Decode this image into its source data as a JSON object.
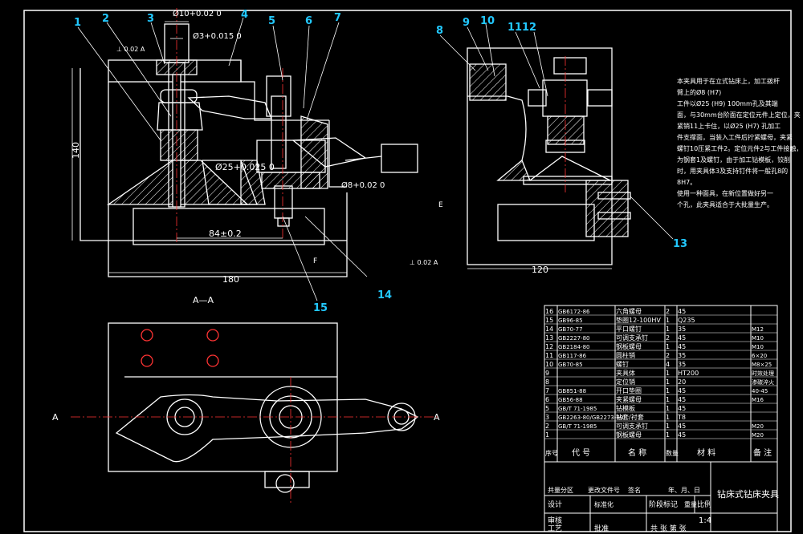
{
  "balloons": [
    "1",
    "2",
    "3",
    "4",
    "5",
    "6",
    "7",
    "8",
    "9",
    "10",
    "11",
    "12",
    "13",
    "14",
    "15"
  ],
  "dims": {
    "d10": "Ø10+0.02 0",
    "d3": "Ø3+0.015 0",
    "d25": "Ø25+0.025 0",
    "d8": "Ø8+0.02 0",
    "h140": "140",
    "w180": "180",
    "w84": "84±0.2",
    "w120": "120"
  },
  "section_label": "A—A",
  "section_marks": [
    "A",
    "A"
  ],
  "datum_labels": [
    "F",
    "E"
  ],
  "tolerance_frames": [
    "⊥ 0.02 A",
    "⊥ 0.02 A"
  ],
  "notes": [
    "本夹具用于在立式钻床上，加工拨杆",
    "臂上的Ø8 (H7)",
    "工件以Ø25 (H9) 100mm孔及其端",
    "面，与30mm台阶面在定位元件上定位，夹",
    "紧销11上卡住，以Ø25 (H7) 孔加工",
    "件支撑面，当装入工件后拧紧螺母，夹紧",
    "螺钉10压紧工件2。定位元件2与工件接触，",
    "为钢套1及螺钉，由于加工钻模板，铰削",
    "时，用夹具体3及支持钉件将一般孔8的",
    "8H7。",
    "使用一种面具，在新位置做好另一",
    "个孔，此夹具适合于大批量生产。"
  ],
  "bom": {
    "rows": [
      {
        "no": "16",
        "code": "GB6172-86",
        "name": "六角螺母",
        "qty": "2",
        "material": "45",
        "note": ""
      },
      {
        "no": "15",
        "code": "GB96-85",
        "name": "垫圈12-100HV",
        "qty": "1",
        "material": "Q235",
        "note": ""
      },
      {
        "no": "14",
        "code": "GB70-77",
        "name": "平口螺钉",
        "qty": "1",
        "material": "35",
        "note": "M12"
      },
      {
        "no": "13",
        "code": "GB2227-80",
        "name": "可调支承钉",
        "qty": "2",
        "material": "45",
        "note": "M10"
      },
      {
        "no": "12",
        "code": "GB2184-80",
        "name": "钢板螺母",
        "qty": "1",
        "material": "45",
        "note": "M10"
      },
      {
        "no": "11",
        "code": "GB117-86",
        "name": "圆柱销",
        "qty": "2",
        "material": "35",
        "note": "6×20"
      },
      {
        "no": "10",
        "code": "GB70-85",
        "name": "螺钉",
        "qty": "4",
        "material": "35",
        "note": "M8×25"
      },
      {
        "no": "9",
        "code": "",
        "name": "夹具体",
        "qty": "1",
        "material": "HT200",
        "note": "时效处理"
      },
      {
        "no": "8",
        "code": "",
        "name": "定位销",
        "qty": "1",
        "material": "20",
        "note": "渗碳淬火"
      },
      {
        "no": "7",
        "code": "GB851-88",
        "name": "开口垫圈",
        "qty": "1",
        "material": "45",
        "note": "40-45"
      },
      {
        "no": "6",
        "code": "GB56-88",
        "name": "夹紧螺母",
        "qty": "1",
        "material": "45",
        "note": "M16"
      },
      {
        "no": "5",
        "code": "GB/T 71-1985",
        "name": "钻模板",
        "qty": "1",
        "material": "45",
        "note": ""
      },
      {
        "no": "3",
        "code": "GB2263-80/GB2273-80",
        "name": "钻套/衬套",
        "qty": "1",
        "material": "T8",
        "note": ""
      },
      {
        "no": "2",
        "code": "GB/T 71-1985",
        "name": "可调支承钉",
        "qty": "1",
        "material": "45",
        "note": "M20"
      },
      {
        "no": "1",
        "code": "",
        "name": "钢板螺母",
        "qty": "1",
        "material": "45",
        "note": "M20"
      }
    ],
    "header": {
      "no": "序号",
      "code": "代 号",
      "name": "名 称",
      "qty": "数量",
      "material": "材 料",
      "note": "备 注"
    }
  },
  "title_block": {
    "drawing_name": "钻床式钻床夹具",
    "r1": [
      "共量分区",
      "更改文件号",
      "签名",
      "年、月、日"
    ],
    "r2": [
      "设计",
      "标准化",
      "阶段标记",
      "重量",
      "比例"
    ],
    "scale": "1:4",
    "r3": [
      "审核",
      ""
    ],
    "r4": [
      "工艺",
      "批准",
      "共 张 第 张"
    ]
  }
}
